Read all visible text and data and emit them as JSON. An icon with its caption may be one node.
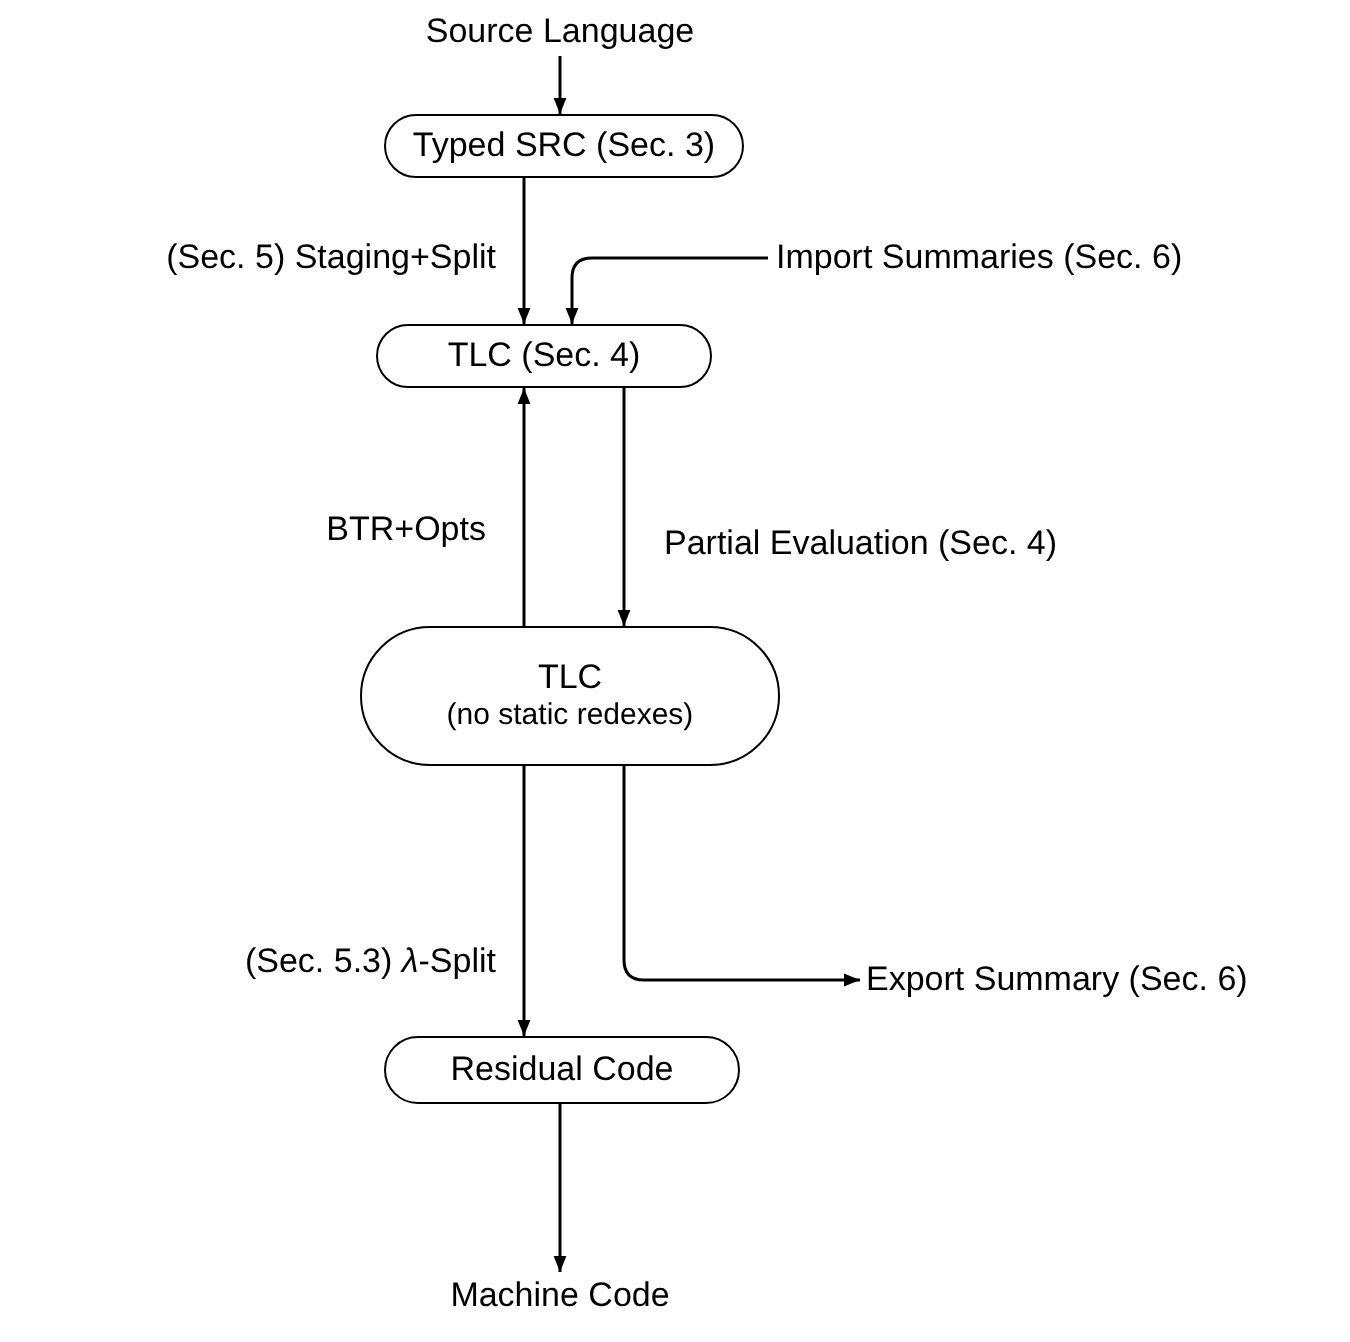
{
  "diagram": {
    "nodes": [
      {
        "text": [
          "Source Language"
        ]
      },
      {
        "text": [
          "Typed SRC (Sec. 3)"
        ]
      },
      {
        "text": [
          "Import Summaries (Sec. 6)"
        ]
      },
      {
        "text": [
          "TLC (Sec. 4)"
        ]
      },
      {
        "text": [
          "TLC",
          "(no static redexes)"
        ]
      },
      {
        "text": [
          "Export Summary (Sec. 6)"
        ]
      },
      {
        "text": [
          "Residual Code"
        ]
      },
      {
        "text": [
          "Machine Code"
        ]
      }
    ],
    "edges": [
      {
        "from": 0,
        "to": 1,
        "arrow": "to"
      },
      {
        "from": 1,
        "to": 3,
        "arrow": "to",
        "label": "(Sec. 5) Staging+Split"
      },
      {
        "from": 2,
        "to": 3,
        "arrow": "to"
      },
      {
        "from": 4,
        "to": 3,
        "arrow": "to",
        "label": "BTR+Opts"
      },
      {
        "from": 3,
        "to": 4,
        "arrow": "to",
        "label": "Partial Evaluation (Sec. 4)"
      },
      {
        "from": 4,
        "to": 6,
        "arrow": "to",
        "label": "(Sec. 5.3) *λ*-Split"
      },
      {
        "from": 4,
        "to": 5,
        "arrow": "to"
      },
      {
        "from": 6,
        "to": 7,
        "arrow": "to"
      }
    ]
  }
}
